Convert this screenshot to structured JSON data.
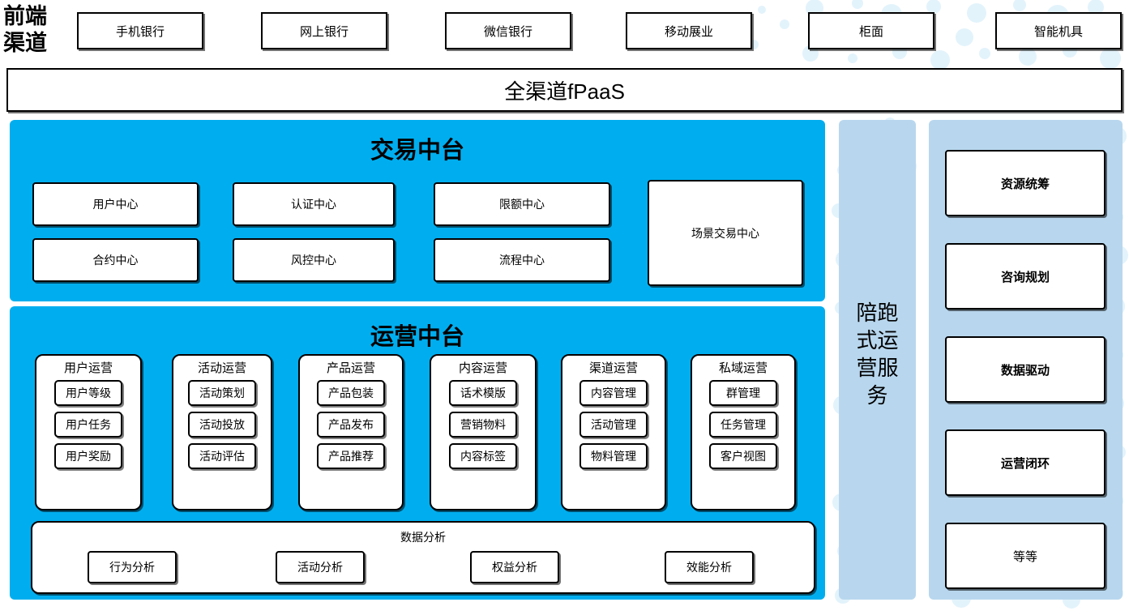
{
  "colors": {
    "cyan_panel": "#00AEEF",
    "light_blue_panel": "#B8D7EE",
    "dot_decoration": "#E3F3FB",
    "card_bg": "#FFFFFF",
    "border": "#000000"
  },
  "front_channel": {
    "label": "前端\n渠道",
    "label_line1": "前端",
    "label_line2": "渠道",
    "items": [
      {
        "label": "手机银行"
      },
      {
        "label": "网上银行"
      },
      {
        "label": "微信银行"
      },
      {
        "label": "移动展业"
      },
      {
        "label": "柜面"
      },
      {
        "label": "智能机具"
      }
    ]
  },
  "platform_bar": {
    "label": "全渠道fPaaS"
  },
  "trade_center": {
    "title": "交易中台",
    "boxes": [
      {
        "label": "用户中心"
      },
      {
        "label": "认证中心"
      },
      {
        "label": "限额中心"
      },
      {
        "label": "合约中心"
      },
      {
        "label": "风控中心"
      },
      {
        "label": "流程中心"
      }
    ],
    "scene_box": {
      "label": "场景交易中心"
    }
  },
  "operation_center": {
    "title": "运营中台",
    "groups": [
      {
        "title": "用户运营",
        "items": [
          {
            "label": "用户等级"
          },
          {
            "label": "用户任务"
          },
          {
            "label": "用户奖励"
          }
        ]
      },
      {
        "title": "活动运营",
        "items": [
          {
            "label": "活动策划"
          },
          {
            "label": "活动投放"
          },
          {
            "label": "活动评估"
          }
        ]
      },
      {
        "title": "产品运营",
        "items": [
          {
            "label": "产品包装"
          },
          {
            "label": "产品发布"
          },
          {
            "label": "产品推荐"
          }
        ]
      },
      {
        "title": "内容运营",
        "items": [
          {
            "label": "话术模版"
          },
          {
            "label": "营销物料"
          },
          {
            "label": "内容标签"
          }
        ]
      },
      {
        "title": "渠道运营",
        "items": [
          {
            "label": "内容管理"
          },
          {
            "label": "活动管理"
          },
          {
            "label": "物料管理"
          }
        ]
      },
      {
        "title": "私域运营",
        "items": [
          {
            "label": "群管理"
          },
          {
            "label": "任务管理"
          },
          {
            "label": "客户视图"
          }
        ]
      }
    ],
    "data_analysis": {
      "title": "数据分析",
      "items": [
        {
          "label": "行为分析"
        },
        {
          "label": "活动分析"
        },
        {
          "label": "权益分析"
        },
        {
          "label": "效能分析"
        }
      ]
    }
  },
  "service_column": {
    "label": "陪跑式运营服务",
    "label_lines": [
      "陪跑",
      "式运",
      "营服",
      "务"
    ]
  },
  "capability_column": {
    "items": [
      {
        "label": "资源统筹",
        "bold": true
      },
      {
        "label": "咨询规划",
        "bold": true
      },
      {
        "label": "数据驱动",
        "bold": true
      },
      {
        "label": "运营闭环",
        "bold": true
      },
      {
        "label": "等等",
        "bold": false
      }
    ]
  }
}
